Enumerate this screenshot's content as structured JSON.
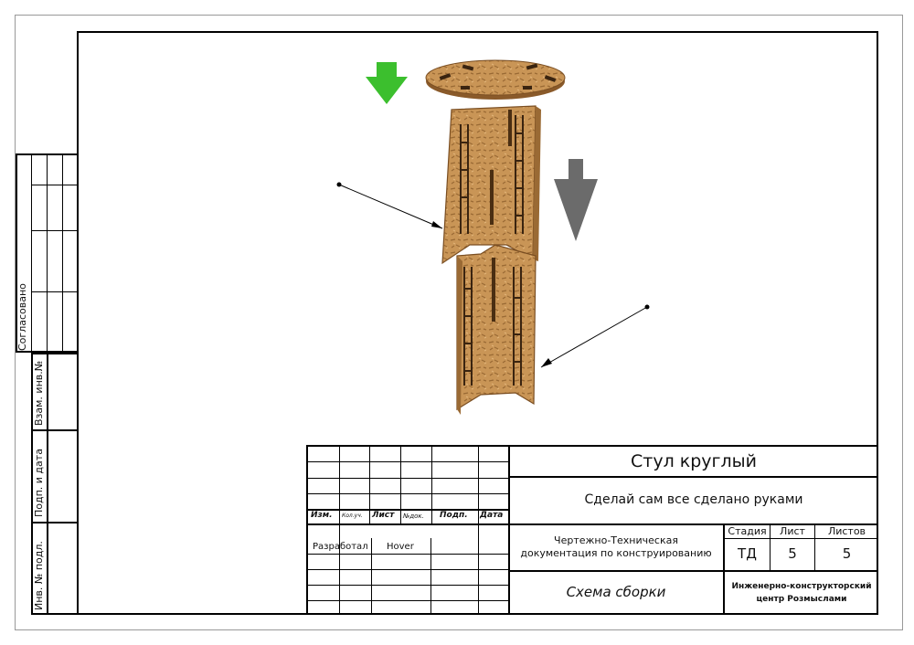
{
  "document": {
    "title": "Стул круглый",
    "subtitle": "Сделай сам все сделано руками",
    "documentation_type": [
      "Чертежно-Техническая",
      "документация по конструированию"
    ],
    "drawing_name": "Схема сборки",
    "organization": [
      "Инженерно-конструкторский",
      "центр Розмыслами"
    ],
    "stage_label": "Стадия",
    "sheet_label": "Лист",
    "sheets_label": "Листов",
    "stage_value": "ТД",
    "sheet_value": "5",
    "sheets_value": "5"
  },
  "revision_headers": {
    "izm": "Изм.",
    "kol_uch": "Кол.уч.",
    "list": "Лист",
    "n_dok": "№док.",
    "podp": "Подп.",
    "data": "Дата"
  },
  "signatures": {
    "developed_label": "Разработал",
    "developed_name": "Hover"
  },
  "side_strip": {
    "agreed": "Согласовано",
    "vzam_inv": "Взам. инв.№",
    "podp_data": "Подп. и дата",
    "inv_podl": "Инв. № подл."
  },
  "colors": {
    "accent_arrow": "#3cbf2e",
    "direction_arrow": "#6b6b6b",
    "plywood": "#c99556"
  }
}
